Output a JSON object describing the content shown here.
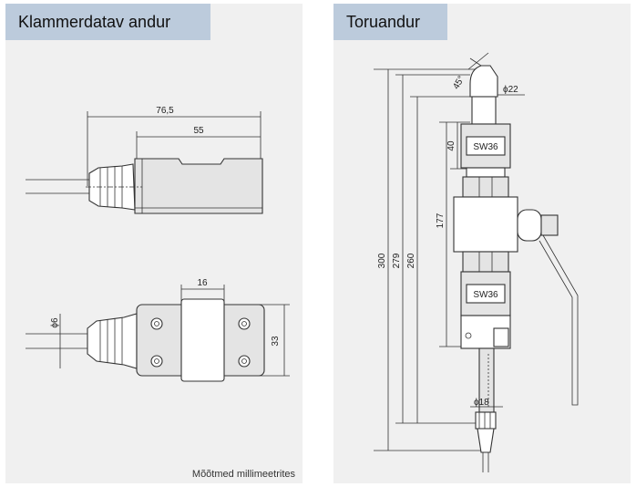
{
  "panels": {
    "clamp": {
      "title": "Klammerdatav andur",
      "dims": {
        "overall_length": "76,5",
        "body_length": "55",
        "top_width": "16",
        "cable_diameter": "6",
        "height": "33"
      }
    },
    "pipe": {
      "title": "Toruandur",
      "dims": {
        "total": "300",
        "to_bend": "279",
        "to_top": "260",
        "middle": "177",
        "top_section": "40",
        "wrench_upper": "SW36",
        "wrench_lower": "SW36",
        "tip_diameter": "22",
        "angle": "45°",
        "cable_diameter": "18"
      }
    }
  },
  "footnote": "Mõõtmed millimeetrites"
}
